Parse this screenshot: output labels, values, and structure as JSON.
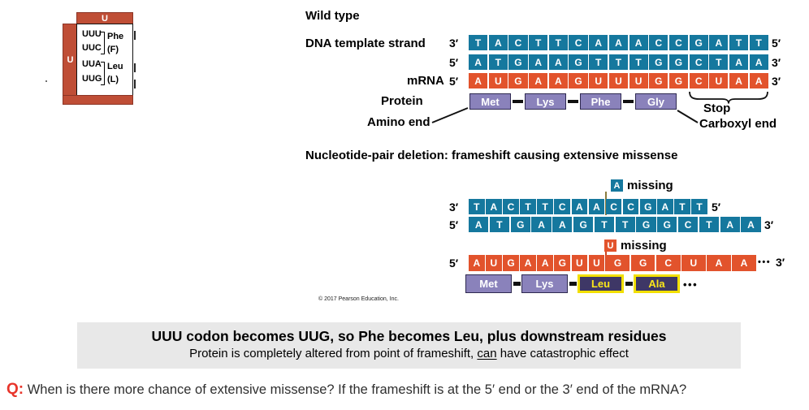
{
  "codon_table": {
    "col_header": "U",
    "row_header": "U",
    "groups": [
      {
        "codons": [
          "UUU",
          "UUC"
        ],
        "name": "Phe",
        "abbr": "(F)"
      },
      {
        "codons": [
          "UUA",
          "UUG"
        ],
        "name": "Leu",
        "abbr": "(L)"
      }
    ]
  },
  "labels": {
    "five": "5′",
    "three": "3′"
  },
  "wild": {
    "title": "Wild type",
    "dna_label": "DNA template strand",
    "mrna_label": "mRNA",
    "protein_label": "Protein",
    "amino_end": "Amino end",
    "stop": "Stop",
    "carboxyl_end": "Carboxyl end",
    "template": [
      "T",
      "A",
      "C",
      "T",
      "T",
      "C",
      "A",
      "A",
      "A",
      "C",
      "C",
      "G",
      "A",
      "T",
      "T"
    ],
    "coding": [
      "A",
      "T",
      "G",
      "A",
      "A",
      "G",
      "T",
      "T",
      "T",
      "G",
      "G",
      "C",
      "T",
      "A",
      "A"
    ],
    "mrna": [
      "A",
      "U",
      "G",
      "A",
      "A",
      "G",
      "U",
      "U",
      "U",
      "G",
      "G",
      "C",
      "U",
      "A",
      "A"
    ],
    "protein": [
      "Met",
      "Lys",
      "Phe",
      "Gly"
    ]
  },
  "deletion": {
    "title": "Nucleotide-pair deletion: frameshift causing extensive missense",
    "a_base": "A",
    "u_base": "U",
    "missing_word": "missing",
    "template": [
      "T",
      "A",
      "C",
      "T",
      "T",
      "C",
      "A",
      "A",
      "C",
      "C",
      "G",
      "A",
      "T",
      "T"
    ],
    "coding": [
      "A",
      "T",
      "G",
      "A",
      "A",
      "G",
      "T",
      "T",
      "G",
      "G",
      "C",
      "T",
      "A",
      "A"
    ],
    "mrna": [
      "A",
      "U",
      "G",
      "A",
      "A",
      "G",
      "U",
      "U",
      "G",
      "G",
      "C",
      "U",
      "A",
      "A"
    ],
    "protein": [
      {
        "name": "Met",
        "mut": false
      },
      {
        "name": "Lys",
        "mut": false
      },
      {
        "name": "Leu",
        "mut": true
      },
      {
        "name": "Ala",
        "mut": true
      }
    ],
    "mrna_ellipsis": "•••",
    "protein_ellipsis": "•••"
  },
  "copyright": "© 2017 Pearson Education, Inc.",
  "summary": {
    "line1": "UUU codon becomes UUG, so Phe becomes Leu, plus downstream residues",
    "line2_pre": "Protein is completely altered from point of frameshift, ",
    "line2_underline": "can",
    "line2_post": " have catastrophic effect"
  },
  "question": {
    "prefix": "Q:",
    "text": "When is there more chance of extensive missense? If the frameshift is at the 5′ end or the 3′ end of the mRNA?"
  },
  "colors": {
    "dna": "#15789e",
    "mrna": "#e2532c",
    "protein": "#8a82bb",
    "protein_mut": "#3e3766",
    "highlight_yellow": "#f2df00",
    "table_red": "#bf4e36",
    "question_red": "#e8352b",
    "deletion_line_olive": "#8a7c3e"
  }
}
